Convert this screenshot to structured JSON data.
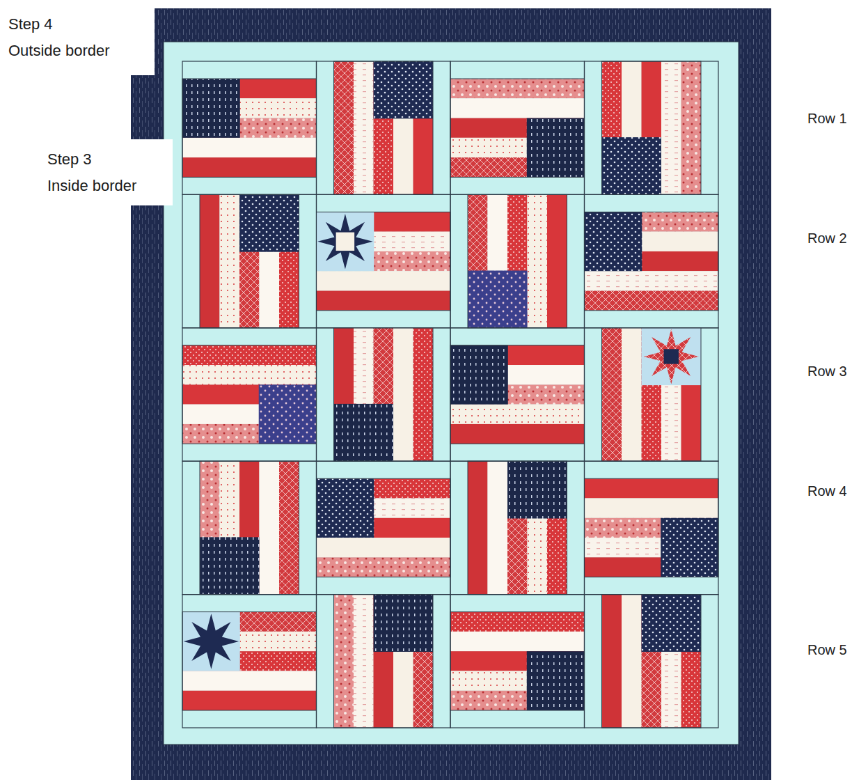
{
  "diagram": {
    "nodes": [
      {
        "text": [
          "Step 4",
          "Outside border"
        ]
      },
      {
        "text": [
          "Step 3",
          "Inside border"
        ]
      }
    ],
    "labels": [
      "Row 1",
      "Row 2",
      "Row 3",
      "Row 4",
      "Row 5"
    ]
  }
}
